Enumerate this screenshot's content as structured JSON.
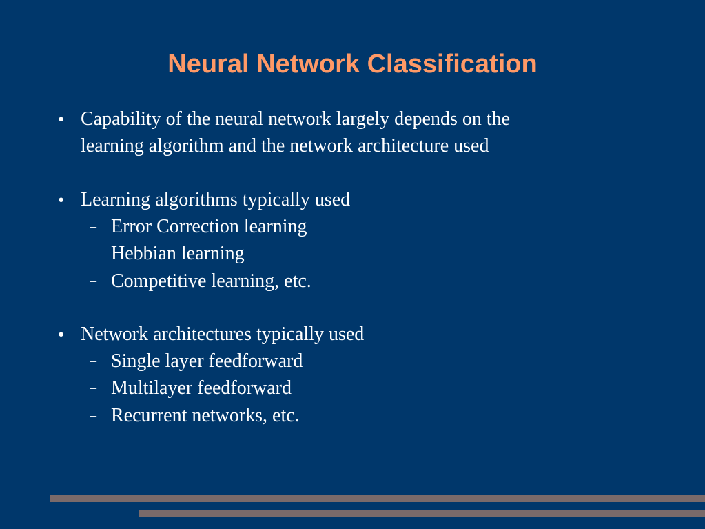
{
  "slide": {
    "title": "Neural Network Classification",
    "bullet_glyph": "●",
    "dash_glyph": "–",
    "b1_line1": "Capability of the neural network largely depends on the",
    "b1_line2": "learning algorithm and the network architecture used",
    "b2": "Learning algorithms typically used",
    "b2_sub1": "Error Correction learning",
    "b2_sub2": "Hebbian learning",
    "b2_sub3": "Competitive learning, etc.",
    "b3": "Network architectures typically used",
    "b3_sub1": "Single layer feedforward",
    "b3_sub2": "Multilayer feedforward",
    "b3_sub3": "Recurrent networks, etc."
  },
  "colors": {
    "background": "#00376b",
    "title": "#ff9966",
    "text": "#ffffff",
    "decor_bars": "#7a6a6a"
  }
}
